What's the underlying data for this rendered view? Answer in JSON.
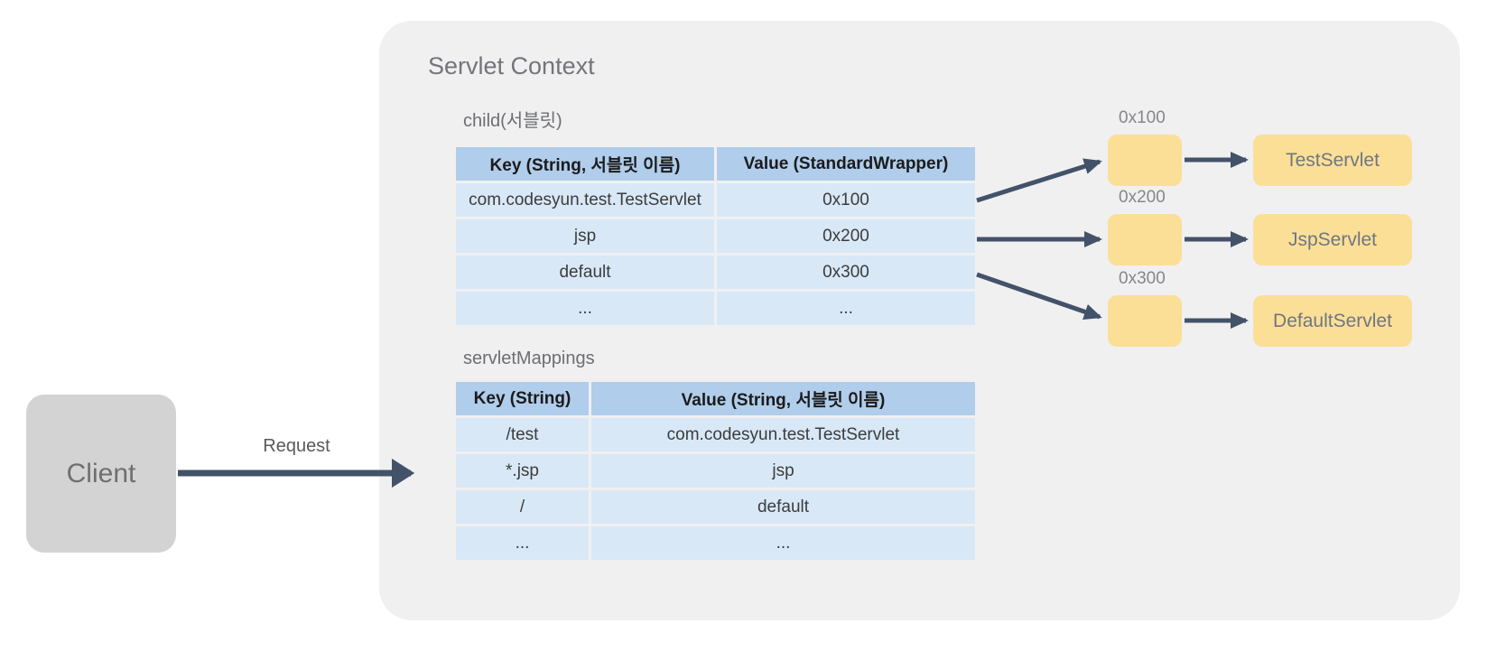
{
  "diagram": {
    "title": "Servlet Context",
    "client": {
      "label": "Client"
    },
    "request_arrow": {
      "label": "Request"
    },
    "tables": {
      "child": {
        "label": "child(서블릿)",
        "headers": {
          "key": "Key (String, 서블릿 이름)",
          "value": "Value (StandardWrapper)"
        },
        "rows": [
          {
            "key": "com.codesyun.test.TestServlet",
            "value": "0x100"
          },
          {
            "key": "jsp",
            "value": "0x200"
          },
          {
            "key": "default",
            "value": "0x300"
          },
          {
            "key": "...",
            "value": "..."
          }
        ]
      },
      "servletMappings": {
        "label": "servletMappings",
        "headers": {
          "key": "Key (String)",
          "value": "Value (String, 서블릿 이름)"
        },
        "rows": [
          {
            "key": "/test",
            "value": "com.codesyun.test.TestServlet"
          },
          {
            "key": "*.jsp",
            "value": "jsp"
          },
          {
            "key": "/",
            "value": "default"
          },
          {
            "key": "...",
            "value": "..."
          }
        ]
      }
    },
    "wrappers": [
      {
        "address": "0x100",
        "servlet": "TestServlet"
      },
      {
        "address": "0x200",
        "servlet": "JspServlet"
      },
      {
        "address": "0x300",
        "servlet": "DefaultServlet"
      }
    ],
    "colors": {
      "container_bg": "#f0f0f1",
      "table_header_bg": "#b0cdeb",
      "table_row_bg": "#d9e8f7",
      "wrapper_box_bg": "#fbdf97",
      "client_box_bg": "#d3d3d4",
      "arrow": "#425269"
    }
  }
}
